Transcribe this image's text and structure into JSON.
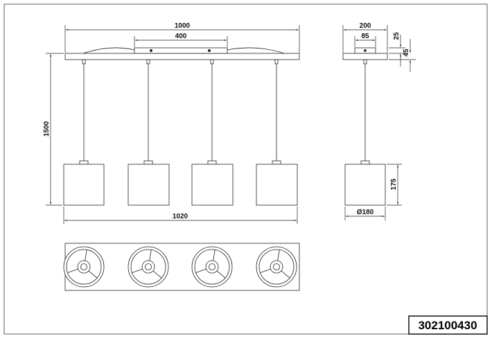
{
  "part_number": "302100430",
  "dimensions": {
    "total_width": "1000",
    "bracket_spacing": "400",
    "total_height": "1500",
    "shade_span": "1020",
    "canopy_width": "200",
    "canopy_mount": "85",
    "canopy_thickness": "25",
    "canopy_height": "45",
    "shade_height": "175",
    "shade_diameter": "Ø180"
  }
}
